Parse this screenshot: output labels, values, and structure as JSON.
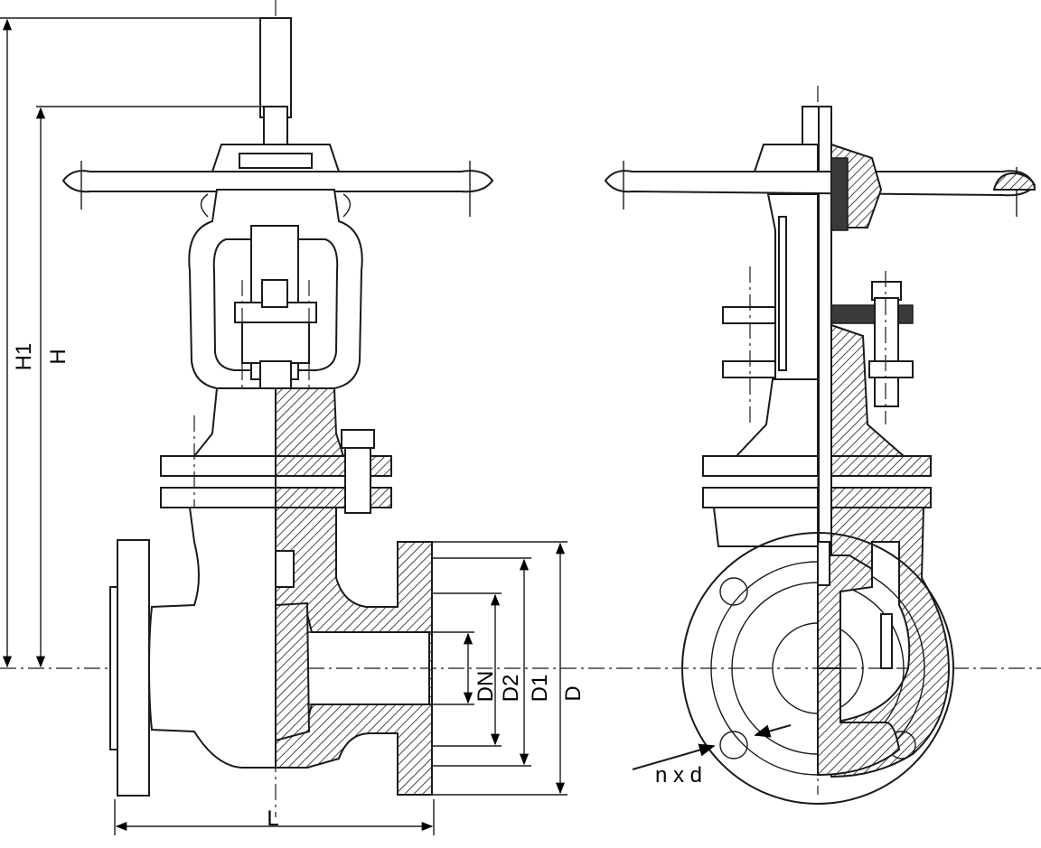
{
  "dimensions": {
    "H1": "H1",
    "H": "H",
    "L": "L",
    "DN": "DN",
    "D2": "D2",
    "D1": "D1",
    "D": "D",
    "bolts": "n x d"
  },
  "colors": {
    "line": "#1a1a1a",
    "background": "#ffffff"
  }
}
